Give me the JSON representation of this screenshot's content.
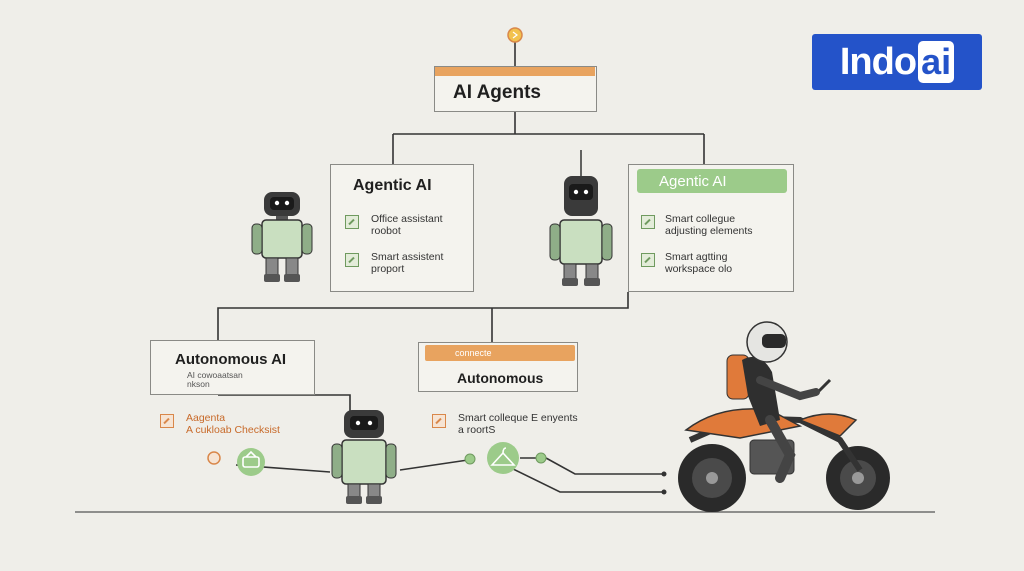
{
  "logo": {
    "part1": "Indo",
    "part2": "ai"
  },
  "root": {
    "title": "AI Agents"
  },
  "agentic_left": {
    "title": "Agentic AI",
    "items": [
      "Office assistant\nroobot",
      "Smart assistent\nproport"
    ]
  },
  "agentic_right": {
    "title": "Agentic AI",
    "items": [
      "Smart collegue\nadjusting elements",
      "Smart agtting\nworkspace olo"
    ]
  },
  "autonomous_left": {
    "title": "Autonomous AI",
    "subtitle": "AI cowoaatsan\nnkson",
    "items": [
      "Aagenta\nA cukloab Checksist"
    ]
  },
  "autonomous_mid": {
    "tag": "connecte",
    "title": "Autonomous",
    "items": [
      "Smart colleque E enyents\na roortS"
    ]
  },
  "colors": {
    "orange": "#e8a35f",
    "green": "#9ccb8a",
    "logo_blue": "#2453c9",
    "line": "#333333"
  },
  "icons": [
    "lightbulb-icon",
    "robot-icon",
    "checkbox-icon",
    "basket-icon",
    "hanger-icon",
    "motorcycle-rider-icon"
  ]
}
